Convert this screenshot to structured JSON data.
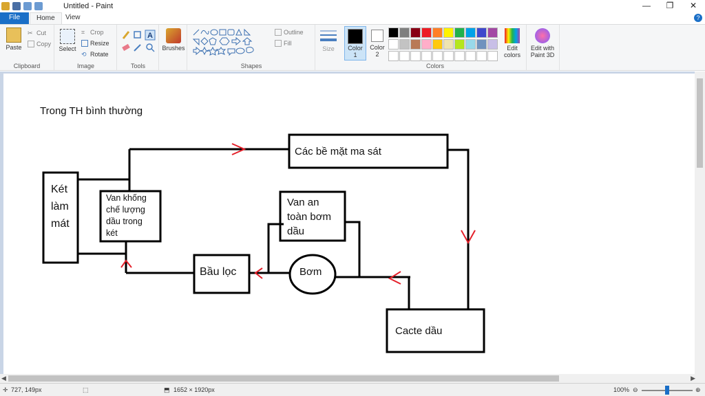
{
  "window": {
    "title": "Untitled - Paint",
    "minimize": "—",
    "restore": "❐",
    "close": "✕"
  },
  "tabs": {
    "file": "File",
    "home": "Home",
    "view": "View",
    "help": "?"
  },
  "ribbon": {
    "clipboard": {
      "paste": "Paste",
      "cut": "Cut",
      "copy": "Copy",
      "label": "Clipboard"
    },
    "image": {
      "select": "Select",
      "crop": "Crop",
      "resize": "Resize",
      "rotate": "Rotate",
      "label": "Image"
    },
    "tools": {
      "label": "Tools"
    },
    "brushes": "Brushes",
    "shapes": {
      "outline": "Outline",
      "fill": "Fill",
      "label": "Shapes"
    },
    "size": "Size",
    "color1": {
      "name": "Color",
      "num": "1"
    },
    "color2": {
      "name": "Color",
      "num": "2"
    },
    "edit_colors": [
      "Edit",
      "colors"
    ],
    "edit_paint3d": [
      "Edit with",
      "Paint 3D"
    ],
    "colors_label": "Colors",
    "palette_row1": [
      "#000000",
      "#7f7f7f",
      "#880015",
      "#ed1c24",
      "#ff7f27",
      "#fff200",
      "#22b14c",
      "#00a2e8",
      "#3f48cc",
      "#a349a4"
    ],
    "palette_row2": [
      "#ffffff",
      "#c3c3c3",
      "#b97a57",
      "#ffaec9",
      "#ffc90e",
      "#efe4b0",
      "#b5e61d",
      "#99d9ea",
      "#7092be",
      "#c8bfe7"
    ]
  },
  "canvas_text": {
    "heading": "Trong TH bình thường",
    "radiator": [
      "Két",
      "làm",
      "mát"
    ],
    "valve_control": [
      "Van khống",
      "chế lượng",
      "dầu trong",
      "két"
    ],
    "friction": "Các bề mặt ma sát",
    "safety_valve": [
      "Van an",
      "toàn bơm",
      "dầu"
    ],
    "filter": "Bầu lọc",
    "pump": "Bơm",
    "sump": "Cacte dầu"
  },
  "status": {
    "cursor": "727, 149px",
    "size": "1652 × 1920px",
    "zoom": "100%"
  }
}
